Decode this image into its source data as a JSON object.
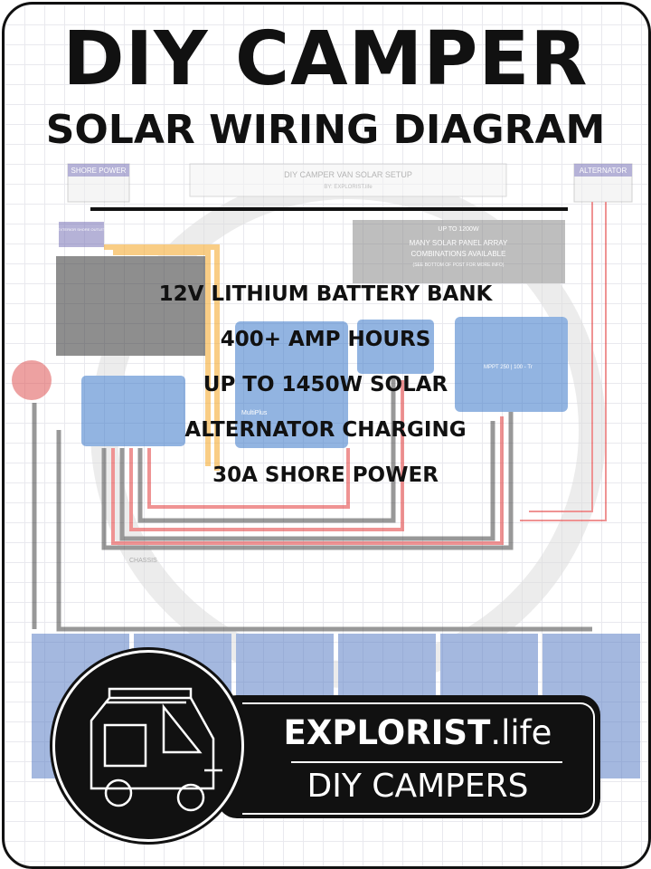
{
  "title": {
    "line1": "DIY CAMPER",
    "line2": "SOLAR WIRING DIAGRAM"
  },
  "features": [
    "12V LITHIUM BATTERY BANK",
    "400+ AMP HOURS",
    "UP TO 1450W SOLAR",
    "ALTERNATOR CHARGING",
    "30A SHORE POWER"
  ],
  "diagram": {
    "header_title": "DIY CAMPER VAN SOLAR SETUP",
    "header_by": "BY: EXPLORIST.life",
    "shore_power": "SHORE POWER",
    "alternator": "ALTERNATOR",
    "exterior_outlet": "EXTERIOR SHORE OUTLET",
    "solar_array_heading": "UP TO 1200W",
    "solar_array_note1": "MANY SOLAR PANEL ARRAY",
    "solar_array_note2": "COMBINATIONS AVAILABLE",
    "solar_array_note3": "(SEE BOTTOM OF POST FOR MORE INFO)",
    "inverter": "MultiPlus",
    "mppt": "MPPT 250 | 100 - Tr",
    "chassis": "CHASSIS"
  },
  "brand": {
    "name_bold": "EXPLORIST",
    "name_light": ".life",
    "tagline": "DIY CAMPERS"
  },
  "colors": {
    "text": "#111111",
    "wire_red": "#e23b3b",
    "wire_black": "#333333",
    "wire_orange": "#f5a623",
    "victron_blue": "#3a78c9",
    "battery_blue": "#5a7fc6"
  }
}
